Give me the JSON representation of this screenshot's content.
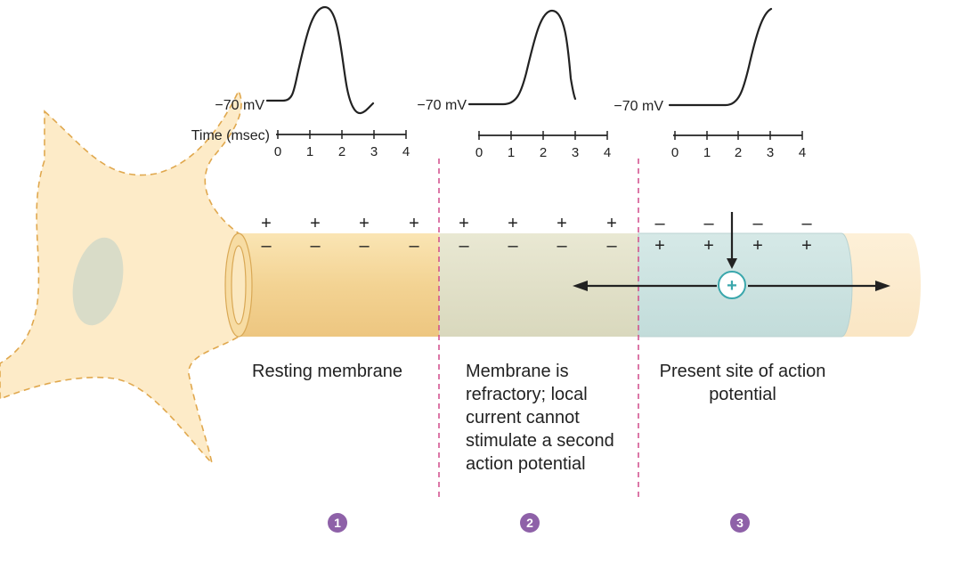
{
  "traces": [
    {
      "voltage_label": "−70 mV",
      "time_label": "Time (msec)",
      "ticks": [
        "0",
        "1",
        "2",
        "3",
        "4"
      ]
    },
    {
      "voltage_label": "−70 mV",
      "ticks": [
        "0",
        "1",
        "2",
        "3",
        "4"
      ]
    },
    {
      "voltage_label": "−70 mV",
      "ticks": [
        "0",
        "1",
        "2",
        "3",
        "4"
      ]
    }
  ],
  "regions": [
    {
      "label": "Resting membrane",
      "number": "1"
    },
    {
      "label": "Membrane is refractory; local current cannot stimulate a second action potential",
      "number": "2"
    },
    {
      "label": "Present site of action potential",
      "number": "3"
    }
  ],
  "charges": {
    "outer_positive": "+",
    "inner_negative": "–",
    "outer_negative": "–",
    "inner_positive": "+"
  },
  "current_symbol": "+",
  "colors": {
    "axon_resting": "#f4d79a",
    "axon_refractory": "#e2e2cc",
    "axon_active": "#cde3e2",
    "cell_body": "#fdebc8",
    "membrane_outline": "#e0a84e",
    "divider": "#d04a8a",
    "badge": "#8e61a8",
    "nucleus": "#d9dcc8",
    "current_marker": "#3aa7ac"
  }
}
